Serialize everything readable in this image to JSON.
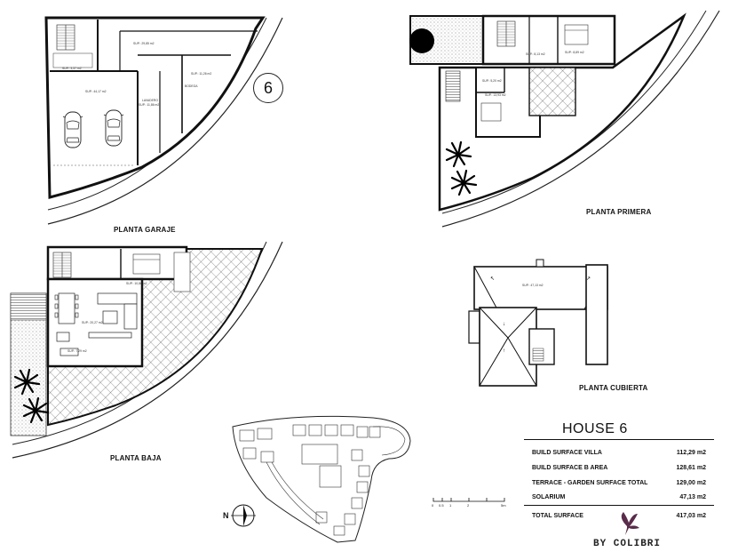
{
  "house_number": "6",
  "plans": {
    "garage": {
      "label": "PLANTA GARAJE",
      "rooms": [
        "SUP.: 29,85 m2",
        "SUP.: 3,37 m2",
        "SUP.: 44,17 m2",
        "LAVADERO",
        "SUP.: 11,86 m2",
        "BODEGA",
        "SUP.: 11,26 m2"
      ]
    },
    "first": {
      "label": "PLANTA PRIMERA",
      "rooms": [
        "SUP.: 8,13 m2",
        "SUP.: 8,89 m2",
        "SUP.: 5,20 m2",
        "SUP.: 13,93 m2"
      ]
    },
    "ground": {
      "label": "PLANTA BAJA",
      "rooms": [
        "SUP.: 10,86 m2",
        "SUP.: 20,27 m2",
        "SUP.: 7,29 m2"
      ]
    },
    "roof": {
      "label": "PLANTA CUBIERTA",
      "rooms": [
        "SUP.: 47,13 m2"
      ]
    }
  },
  "summary": {
    "title": "HOUSE 6",
    "rows": [
      {
        "label": "BUILD SURFACE VILLA",
        "value": "112,29 m2"
      },
      {
        "label": "BUILD SURFACE B AREA",
        "value": "128,61 m2"
      },
      {
        "label": "TERRACE - GARDEN SURFACE TOTAL",
        "value": "129,00 m2"
      },
      {
        "label": "SOLARIUM",
        "value": "47,13 m2"
      }
    ],
    "total": {
      "label": "TOTAL SURFACE",
      "value": "417,03 m2"
    }
  },
  "scale_ticks": [
    "0",
    "0.5",
    "1",
    "2",
    "5m"
  ],
  "north": "N",
  "brand": "BY COLIBRI"
}
